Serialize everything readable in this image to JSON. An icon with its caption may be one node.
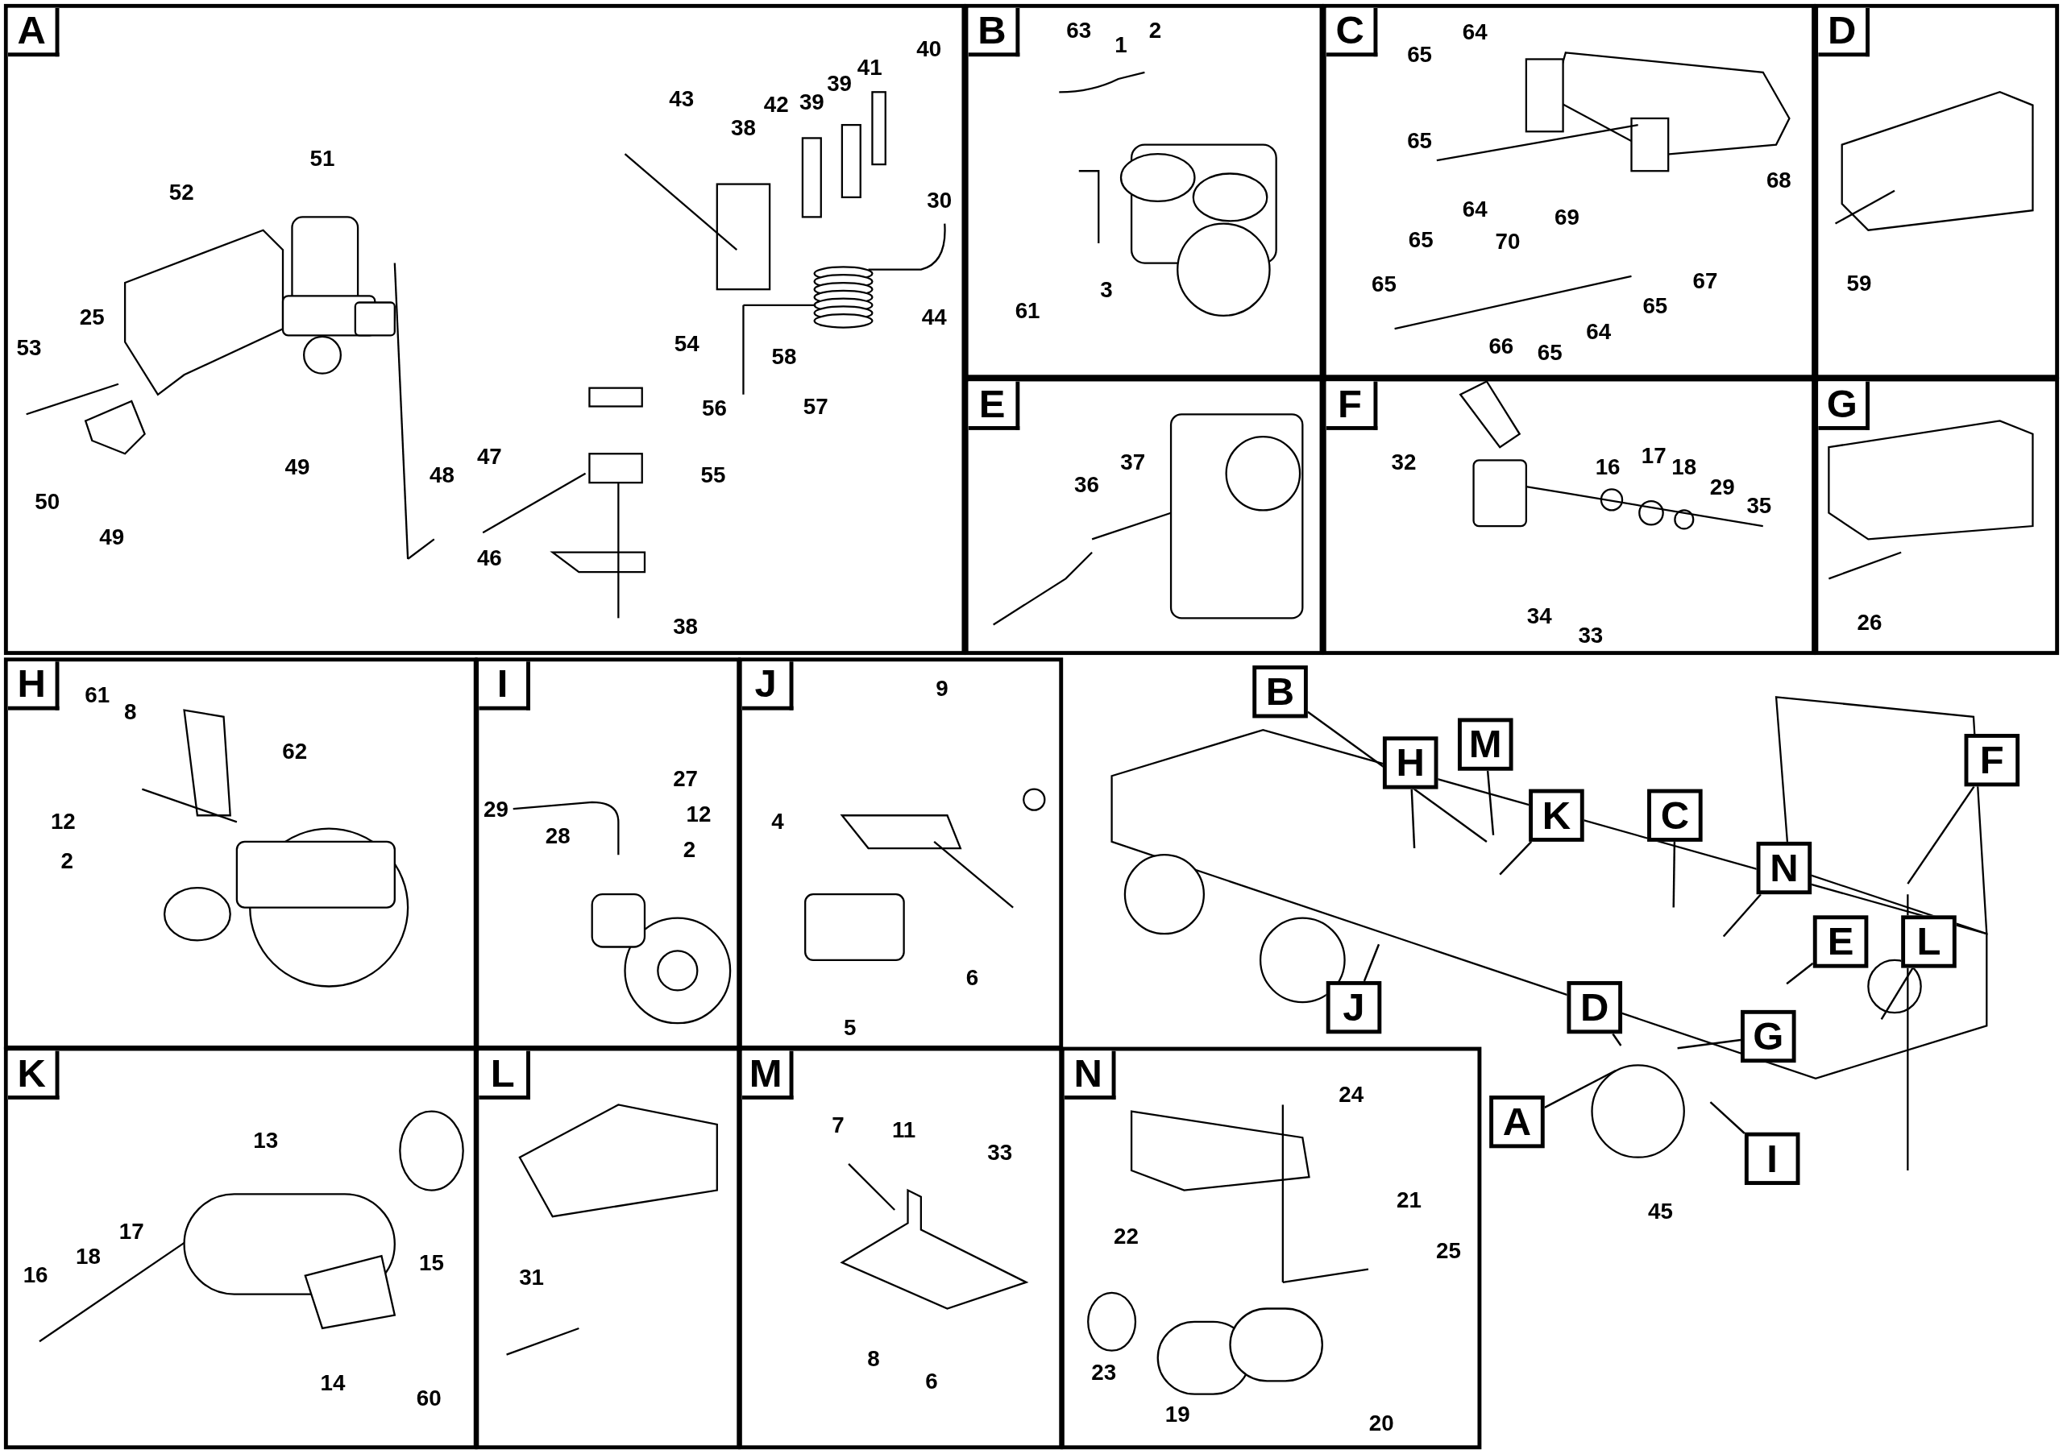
{
  "diagram": {
    "nodes": [
      {
        "text": [
          "A"
        ]
      },
      {
        "text": [
          "B"
        ]
      },
      {
        "text": [
          "C"
        ]
      },
      {
        "text": [
          "D"
        ]
      },
      {
        "text": [
          "E"
        ]
      },
      {
        "text": [
          "F"
        ]
      },
      {
        "text": [
          "G"
        ]
      },
      {
        "text": [
          "H"
        ]
      },
      {
        "text": [
          "I"
        ]
      },
      {
        "text": [
          "J"
        ]
      },
      {
        "text": [
          "K"
        ]
      },
      {
        "text": [
          "L"
        ]
      },
      {
        "text": [
          "M"
        ]
      },
      {
        "text": [
          "N"
        ]
      },
      {
        "text": [
          "B"
        ]
      },
      {
        "text": [
          "H"
        ]
      },
      {
        "text": [
          "M"
        ]
      },
      {
        "text": [
          "K"
        ]
      },
      {
        "text": [
          "C"
        ]
      },
      {
        "text": [
          "N"
        ]
      },
      {
        "text": [
          "F"
        ]
      },
      {
        "text": [
          "E"
        ]
      },
      {
        "text": [
          "L"
        ]
      },
      {
        "text": [
          "D"
        ]
      },
      {
        "text": [
          "J"
        ]
      },
      {
        "text": [
          "G"
        ]
      },
      {
        "text": [
          "A"
        ]
      },
      {
        "text": [
          "I"
        ]
      }
    ],
    "edges": [
      {
        "from": 14,
        "to": null,
        "arrow": "none"
      },
      {
        "from": 15,
        "to": null,
        "arrow": "none"
      },
      {
        "from": 16,
        "to": null,
        "arrow": "none"
      },
      {
        "from": 17,
        "to": null,
        "arrow": "none"
      },
      {
        "from": 18,
        "to": null,
        "arrow": "none"
      },
      {
        "from": 19,
        "to": null,
        "arrow": "none"
      },
      {
        "from": 20,
        "to": null,
        "arrow": "none"
      },
      {
        "from": 21,
        "to": null,
        "arrow": "none"
      },
      {
        "from": 22,
        "to": null,
        "arrow": "none"
      },
      {
        "from": 23,
        "to": null,
        "arrow": "none"
      },
      {
        "from": 24,
        "to": null,
        "arrow": "none"
      },
      {
        "from": 25,
        "to": null,
        "arrow": "none"
      },
      {
        "from": 26,
        "to": null,
        "arrow": "none"
      },
      {
        "from": 27,
        "to": null,
        "arrow": "none"
      }
    ],
    "labels": [
      "43",
      "38",
      "42",
      "39",
      "39",
      "41",
      "40",
      "51",
      "52",
      "30",
      "44",
      "53",
      "25",
      "54",
      "58",
      "56",
      "57",
      "50",
      "49",
      "49",
      "48",
      "47",
      "55",
      "46",
      "38",
      "63",
      "1",
      "2",
      "61",
      "3",
      "64",
      "65",
      "65",
      "64",
      "68",
      "70",
      "69",
      "65",
      "65",
      "67",
      "65",
      "66",
      "65",
      "64",
      "59",
      "32",
      "16",
      "17",
      "18",
      "29",
      "35",
      "34",
      "33",
      "36",
      "37",
      "26",
      "61",
      "8",
      "62",
      "12",
      "2",
      "29",
      "27",
      "28",
      "12",
      "2",
      "9",
      "4",
      "6",
      "5",
      "45",
      "13",
      "15",
      "17",
      "18",
      "16",
      "14",
      "60",
      "31",
      "7",
      "11",
      "33",
      "8",
      "6",
      "24",
      "21",
      "22",
      "25",
      "23",
      "19",
      "20"
    ]
  }
}
